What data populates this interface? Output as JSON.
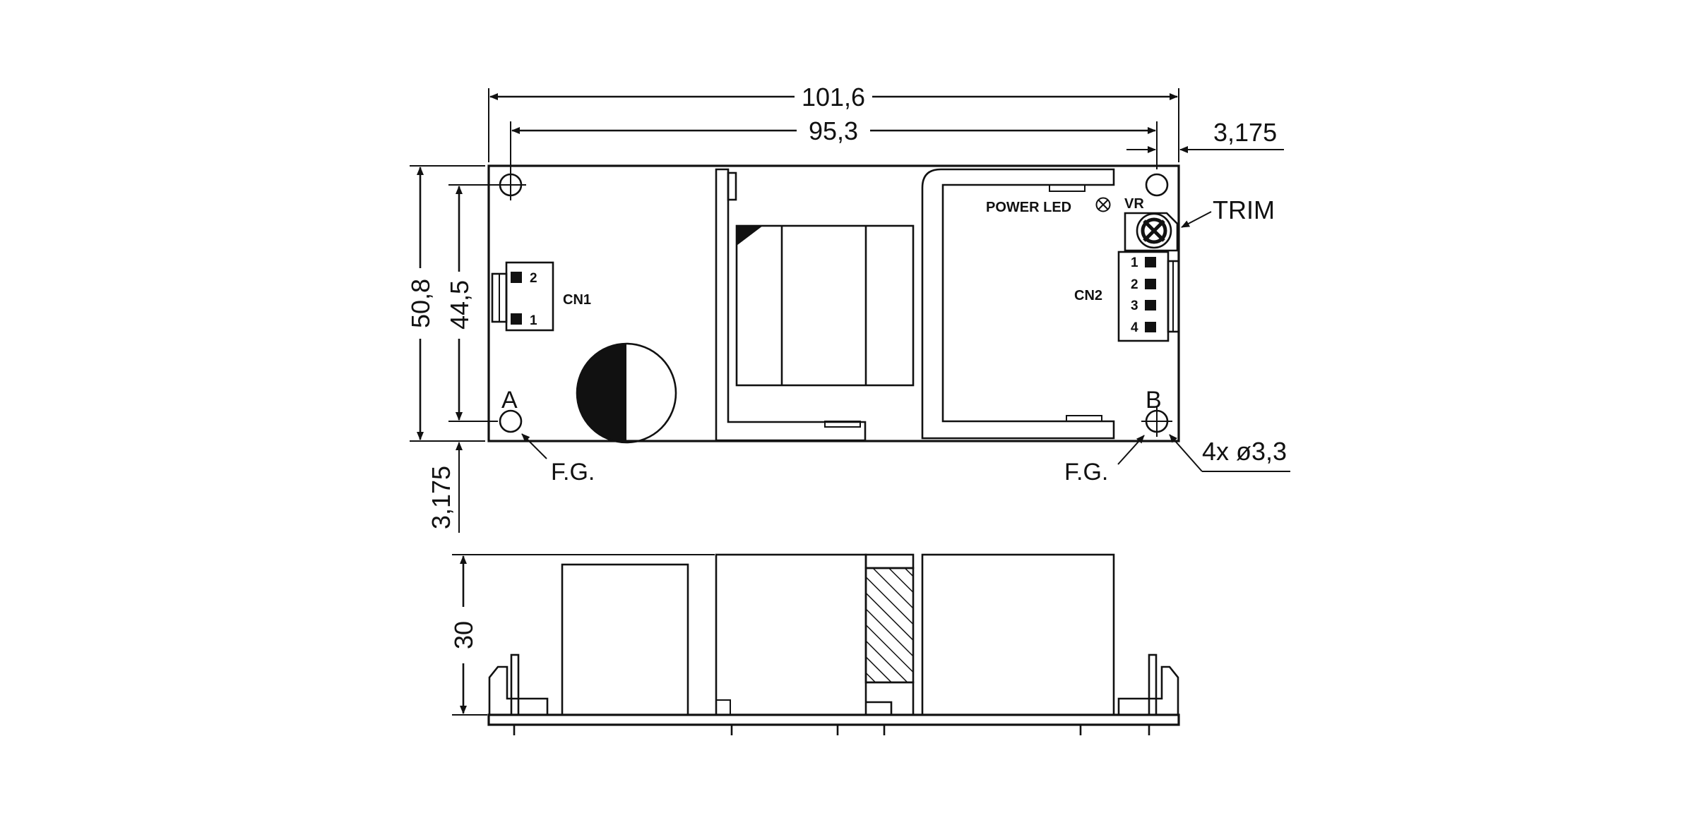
{
  "dimensions": {
    "overall_width": "101,6",
    "hole_spacing_width": "95,3",
    "edge_offset_right": "3,175",
    "overall_height": "50,8",
    "hole_spacing_height": "44,5",
    "edge_offset_bottom": "3,175",
    "component_height": "30"
  },
  "labels": {
    "trim": "TRIM",
    "power_led": "POWER LED",
    "vr": "VR",
    "cn1": "CN1",
    "cn2": "CN2",
    "hole_a": "A",
    "hole_b": "B",
    "fg_left": "F.G.",
    "fg_right": "F.G.",
    "holes": "4x ø3,3"
  },
  "connectors": {
    "cn1_pins": [
      "2",
      "1"
    ],
    "cn2_pins": [
      "1",
      "2",
      "3",
      "4"
    ]
  }
}
